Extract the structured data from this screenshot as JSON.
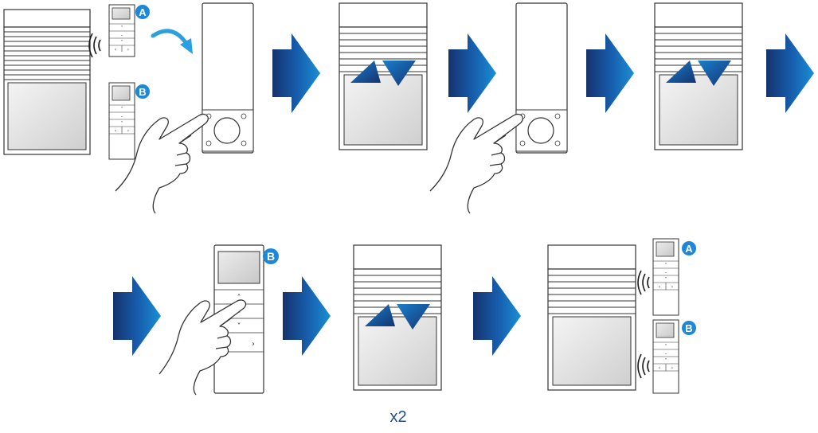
{
  "labels": {
    "remote_a": "A",
    "remote_b": "B"
  },
  "repeat_text": "x2",
  "button_glyphs": {
    "up": "˄",
    "stop": "-",
    "down": "˅",
    "left": "‹",
    "right": "›"
  },
  "colors": {
    "badge": "#1e88d8",
    "arrow_dark": "#15336e",
    "arrow_light": "#1a8fd4",
    "curved_arrow": "#2aa0e0",
    "signal": "#1a1a1a"
  },
  "icons": [
    "shutter-window",
    "remote-control",
    "wall-transmitter",
    "hand-press",
    "step-arrow",
    "jog-arrows",
    "radio-waves",
    "curved-arrow"
  ]
}
